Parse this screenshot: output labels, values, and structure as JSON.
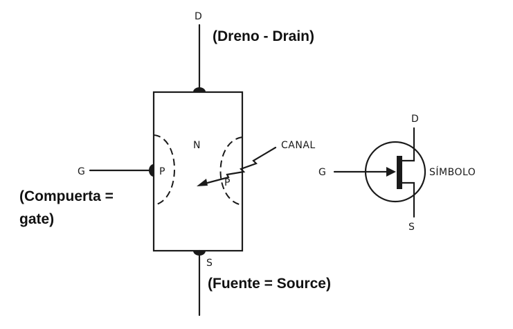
{
  "jfet": {
    "terminal_drain": "D",
    "terminal_gate": "G",
    "terminal_source": "S",
    "region_n": "N",
    "region_p_left": "P",
    "region_p_right": "P",
    "channel_label": "CANAL"
  },
  "annotations": {
    "drain_note": "(Dreno - Drain)",
    "gate_note_line1": "(Compuerta =",
    "gate_note_line2": "gate)",
    "source_note": "(Fuente = Source)"
  },
  "symbol": {
    "drain": "D",
    "gate": "G",
    "source": "S",
    "label": "SÍMBOLO"
  }
}
